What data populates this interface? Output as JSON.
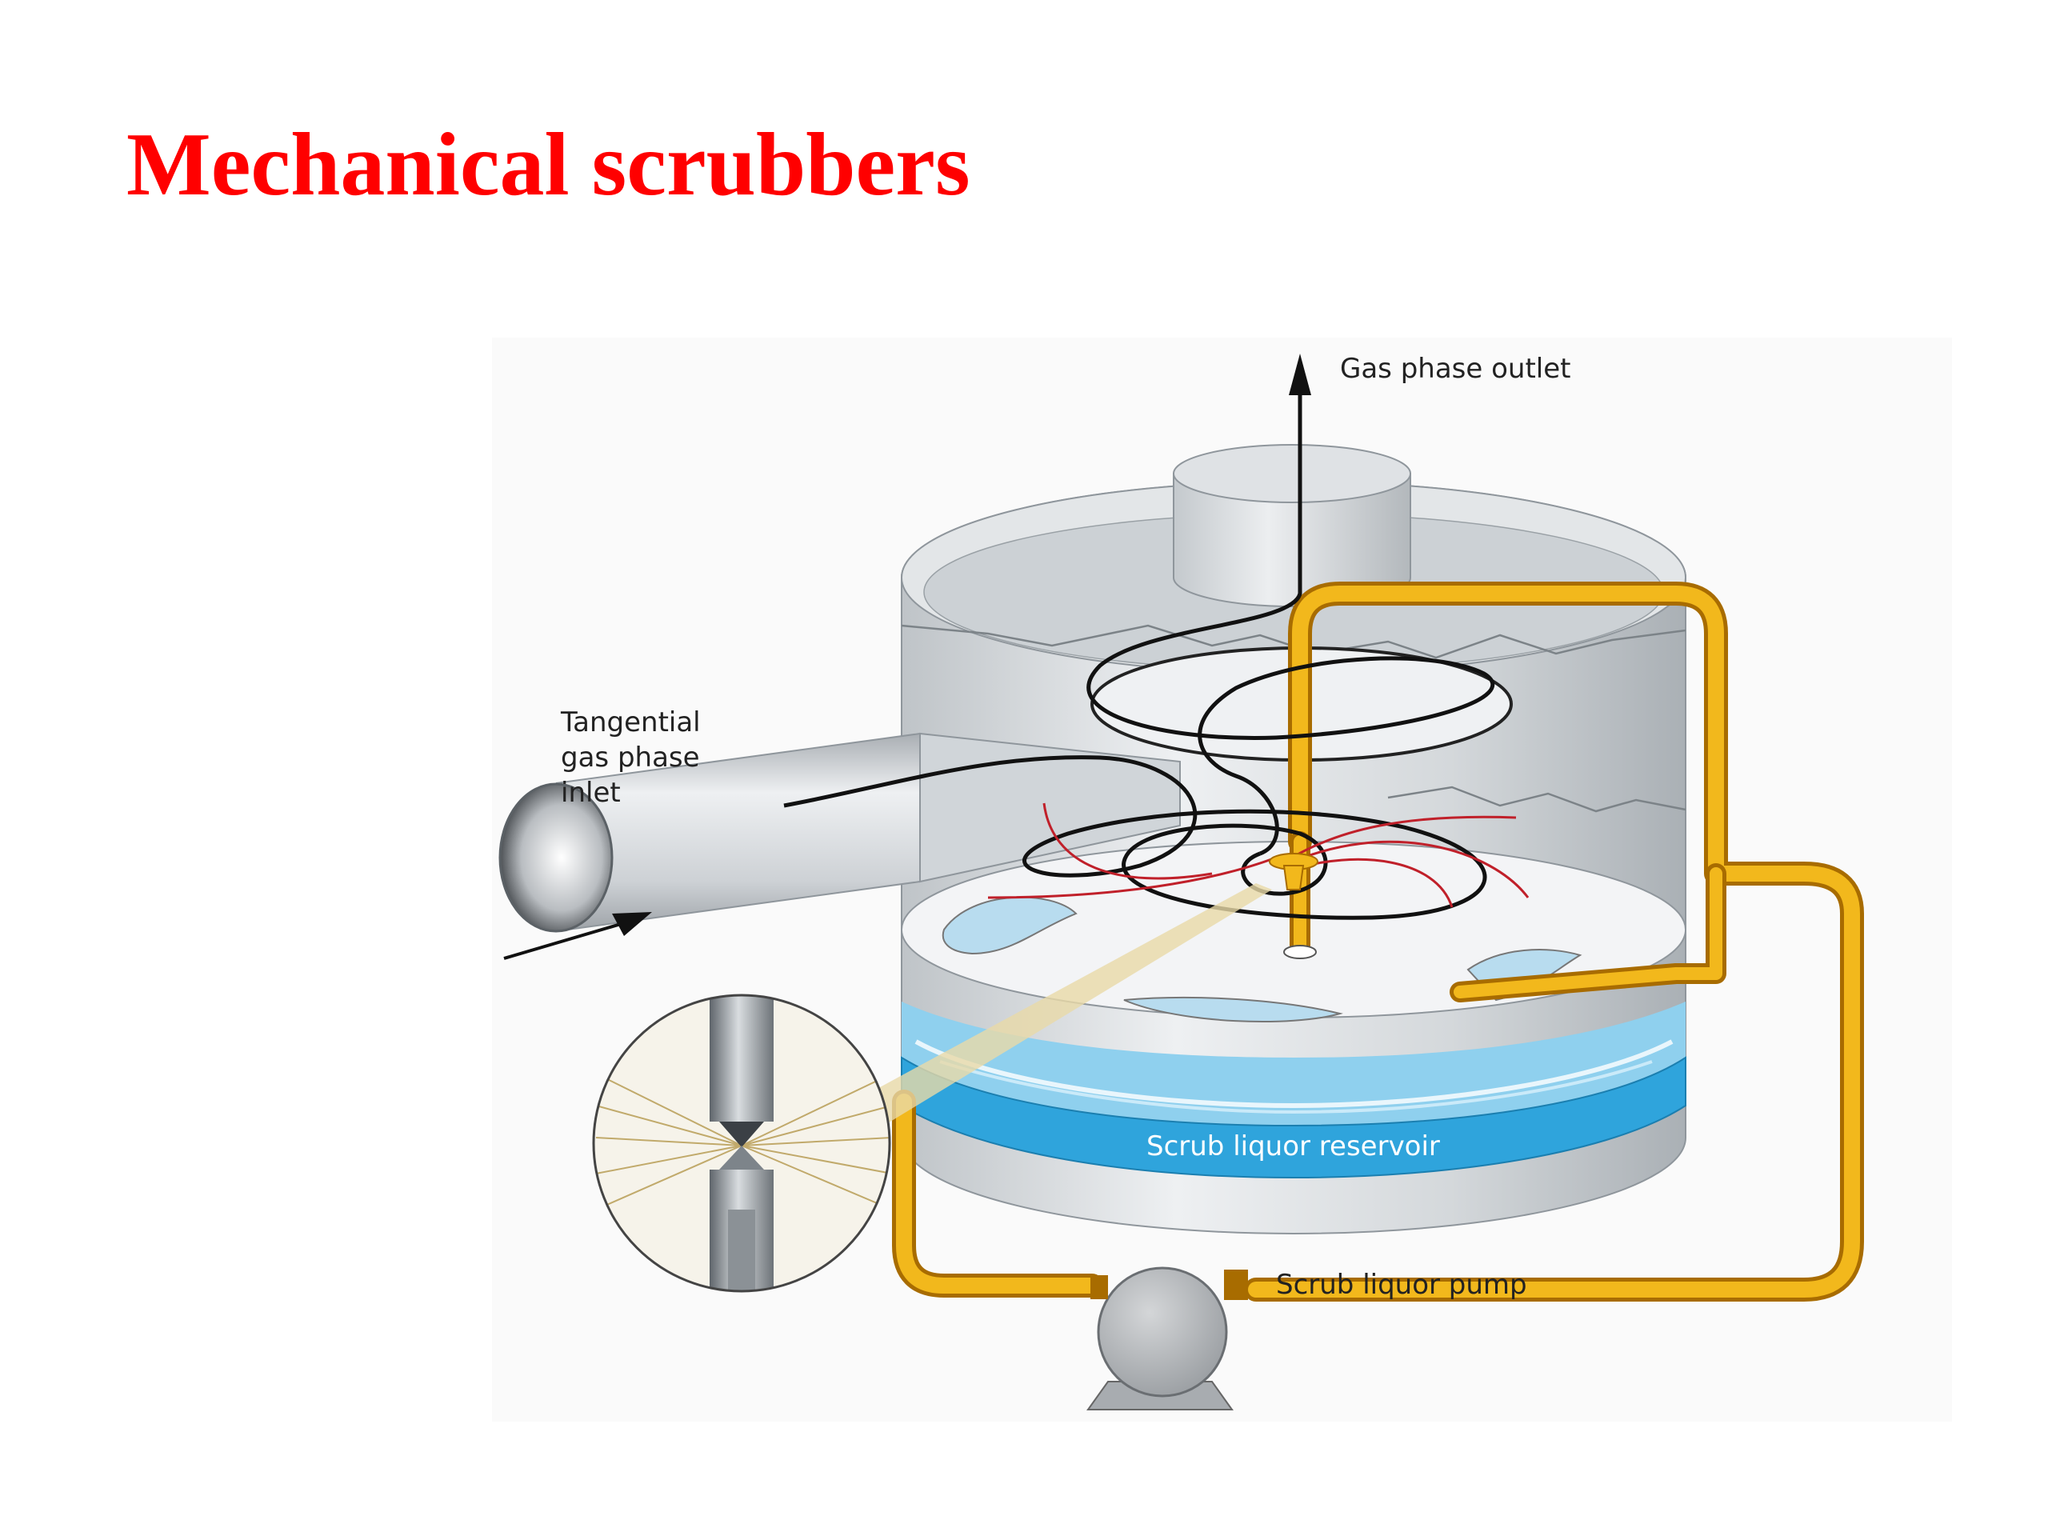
{
  "slide": {
    "title": "Mechanical scrubbers",
    "title_color": "#ff0000"
  },
  "diagram": {
    "labels": {
      "gas_outlet": "Gas phase outlet",
      "inlet_line1": "Tangential",
      "inlet_line2": "gas phase",
      "inlet_line3": "inlet",
      "reservoir": "Scrub liquor reservoir",
      "pump": "Scrub liquor pump"
    },
    "colors": {
      "pipe": "#e8a400",
      "water": "#8fd0ee",
      "reservoir_band": "#2fa4dc",
      "vessel": "#d9dde0",
      "gas_path": "#111111",
      "liquid_spray": "#c0202a"
    },
    "icons": [
      "arrow-up-icon",
      "arrow-right-icon"
    ]
  }
}
